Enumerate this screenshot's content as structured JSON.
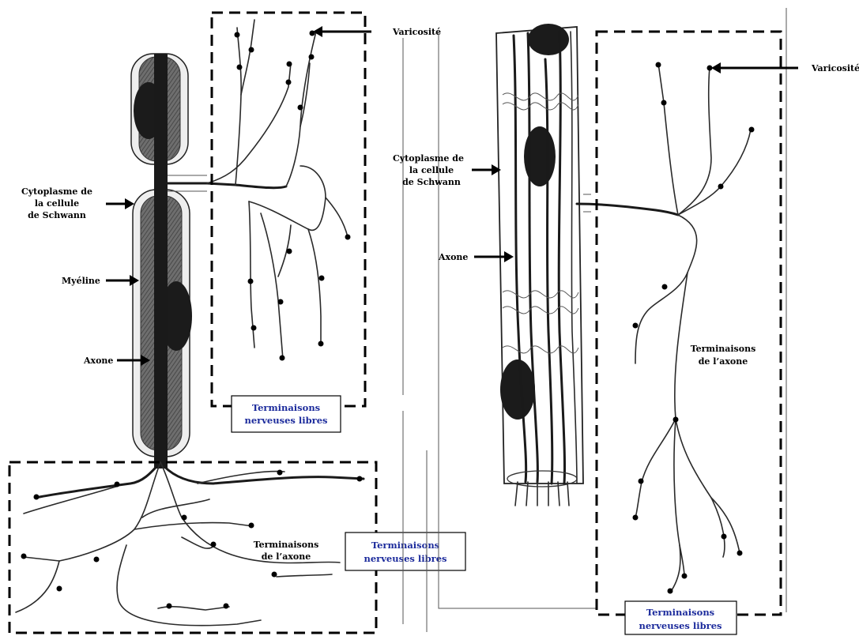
{
  "left_figure": {
    "labels": {
      "varicosite": "Varicosité",
      "cytoplasme_l1": "Cytoplasme de",
      "cytoplasme_l2": "la cellule",
      "cytoplasme_l3": "de Schwann",
      "myeline": "Myéline",
      "axone": "Axone",
      "terminaisons_axone_l1": "Terminaisons",
      "terminaisons_axone_l2": "de l’axone"
    },
    "boxes": {
      "libres_top_l1": "Terminaisons",
      "libres_top_l2": "nerveuses libres",
      "libres_bottom_l1": "Terminaisons",
      "libres_bottom_l2": "nerveuses libres"
    }
  },
  "right_figure": {
    "labels": {
      "varicosite": "Varicosité",
      "cytoplasme_l1": "Cytoplasme de",
      "cytoplasme_l2": "la cellule",
      "cytoplasme_l3": "de Schwann",
      "axone": "Axone",
      "terminaisons_axone_l1": "Terminaisons",
      "terminaisons_axone_l2": "de l’axone"
    },
    "boxes": {
      "libres_l1": "Terminaisons",
      "libres_l2": "nerveuses libres"
    }
  },
  "colors": {
    "label_text": "#000000",
    "box_text": "#1c2b9c",
    "axon": "#1a1a1a",
    "myelin": "#5a5a5a"
  }
}
